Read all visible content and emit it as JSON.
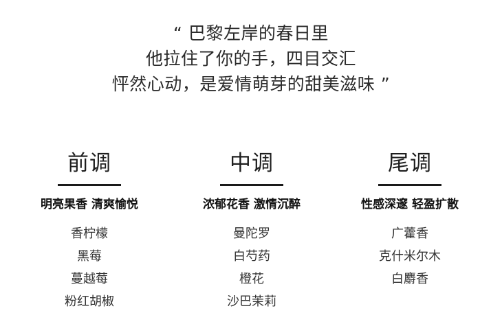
{
  "quote": {
    "lines": [
      "“ 巴黎左岸的春日里",
      "他拉住了你的手，四目交汇",
      "怦然心动，是爱情萌芽的甜美滋味 ”"
    ]
  },
  "columns": [
    {
      "title": "前调",
      "subtitle": "明亮果香 清爽愉悦",
      "notes": [
        "香柠檬",
        "黑莓",
        "蔓越莓",
        "粉红胡椒"
      ]
    },
    {
      "title": "中调",
      "subtitle": "浓郁花香 激情沉醉",
      "notes": [
        "曼陀罗",
        "白芍药",
        "橙花",
        "沙巴茉莉"
      ]
    },
    {
      "title": "尾调",
      "subtitle": "性感深邃 轻盈扩散",
      "notes": [
        "广藿香",
        "克什米尔木",
        "白麝香"
      ]
    }
  ]
}
